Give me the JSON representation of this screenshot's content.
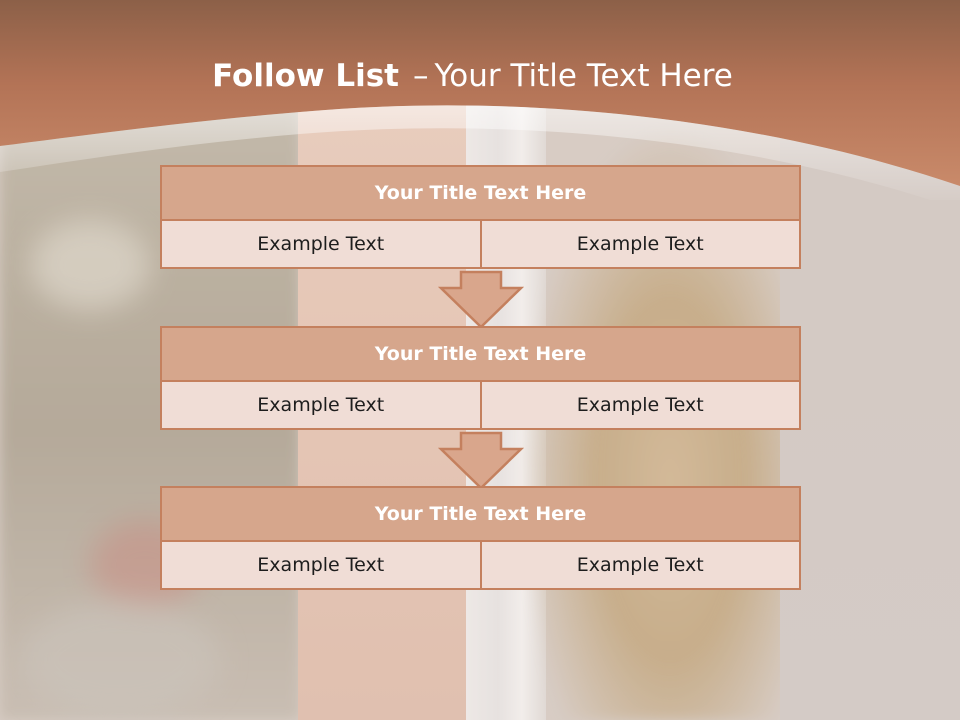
{
  "slide": {
    "title_bold": "Follow List",
    "title_dash": "–",
    "title_rest": "Your Title Text Here"
  },
  "steps": [
    {
      "title": "Your Title Text Here",
      "left_text": "Example Text",
      "right_text": "Example Text"
    },
    {
      "title": "Your Title Text Here",
      "left_text": "Example Text",
      "right_text": "Example Text"
    },
    {
      "title": "Your Title Text Here",
      "left_text": "Example Text",
      "right_text": "Example Text"
    }
  ],
  "colors": {
    "header": "#b8785a",
    "block_title_fill": "#d6a68c",
    "block_cell_fill": "#f0ddd6",
    "border": "#c4805e",
    "arrow_fill": "#d9a68c"
  },
  "icons": {
    "flow_arrow": "down-arrow-icon"
  }
}
